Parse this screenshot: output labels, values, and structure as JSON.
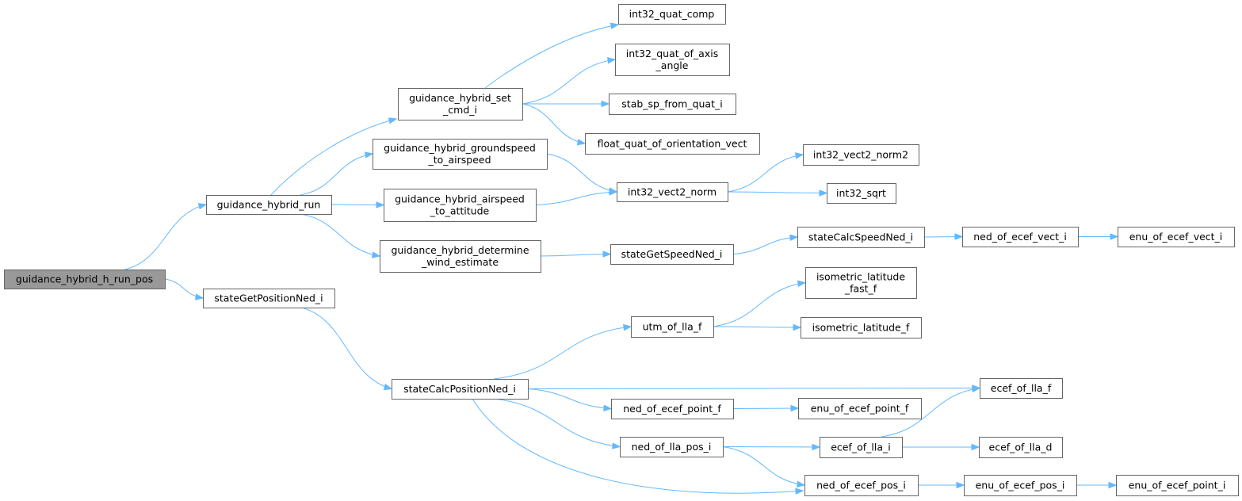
{
  "graph": {
    "type": "call-graph",
    "colors": {
      "edge": "#63b8ff",
      "node_border": "#666666",
      "root_fill": "#999999",
      "node_fill": "#ffffff"
    },
    "nodes": [
      {
        "id": "n0",
        "lines": [
          "guidance_hybrid_h_run_pos"
        ],
        "root": true
      },
      {
        "id": "n1",
        "lines": [
          "guidance_hybrid_run"
        ]
      },
      {
        "id": "n2",
        "lines": [
          "stateGetPositionNed_i"
        ]
      },
      {
        "id": "n3",
        "lines": [
          "guidance_hybrid_set",
          "_cmd_i"
        ]
      },
      {
        "id": "n4",
        "lines": [
          "guidance_hybrid_groundspeed",
          "_to_airspeed"
        ]
      },
      {
        "id": "n5",
        "lines": [
          "guidance_hybrid_airspeed",
          "_to_attitude"
        ]
      },
      {
        "id": "n6",
        "lines": [
          "guidance_hybrid_determine",
          "_wind_estimate"
        ]
      },
      {
        "id": "n7",
        "lines": [
          "int32_quat_comp"
        ]
      },
      {
        "id": "n8",
        "lines": [
          "int32_quat_of_axis",
          "_angle"
        ]
      },
      {
        "id": "n9",
        "lines": [
          "stab_sp_from_quat_i"
        ]
      },
      {
        "id": "n10",
        "lines": [
          "float_quat_of_orientation_vect"
        ]
      },
      {
        "id": "n11",
        "lines": [
          "int32_vect2_norm"
        ]
      },
      {
        "id": "n12",
        "lines": [
          "int32_vect2_norm2"
        ]
      },
      {
        "id": "n13",
        "lines": [
          "int32_sqrt"
        ]
      },
      {
        "id": "n14",
        "lines": [
          "stateGetSpeedNed_i"
        ]
      },
      {
        "id": "n15",
        "lines": [
          "stateCalcSpeedNed_i"
        ]
      },
      {
        "id": "n16",
        "lines": [
          "ned_of_ecef_vect_i"
        ]
      },
      {
        "id": "n17",
        "lines": [
          "enu_of_ecef_vect_i"
        ]
      },
      {
        "id": "n18",
        "lines": [
          "stateCalcPositionNed_i"
        ]
      },
      {
        "id": "n19",
        "lines": [
          "utm_of_lla_f"
        ]
      },
      {
        "id": "n20",
        "lines": [
          "isometric_latitude",
          "_fast_f"
        ]
      },
      {
        "id": "n21",
        "lines": [
          "isometric_latitude_f"
        ]
      },
      {
        "id": "n22",
        "lines": [
          "ecef_of_lla_f"
        ]
      },
      {
        "id": "n23",
        "lines": [
          "ned_of_ecef_point_f"
        ]
      },
      {
        "id": "n24",
        "lines": [
          "enu_of_ecef_point_f"
        ]
      },
      {
        "id": "n25",
        "lines": [
          "ned_of_lla_pos_i"
        ]
      },
      {
        "id": "n26",
        "lines": [
          "ecef_of_lla_i"
        ]
      },
      {
        "id": "n27",
        "lines": [
          "ecef_of_lla_d"
        ]
      },
      {
        "id": "n28",
        "lines": [
          "ned_of_ecef_pos_i"
        ]
      },
      {
        "id": "n29",
        "lines": [
          "enu_of_ecef_pos_i"
        ]
      },
      {
        "id": "n30",
        "lines": [
          "enu_of_ecef_point_i"
        ]
      }
    ],
    "edges": [
      [
        "n0",
        "n1"
      ],
      [
        "n0",
        "n2"
      ],
      [
        "n1",
        "n3"
      ],
      [
        "n1",
        "n4"
      ],
      [
        "n1",
        "n5"
      ],
      [
        "n1",
        "n6"
      ],
      [
        "n3",
        "n7"
      ],
      [
        "n3",
        "n8"
      ],
      [
        "n3",
        "n9"
      ],
      [
        "n3",
        "n10"
      ],
      [
        "n4",
        "n11"
      ],
      [
        "n5",
        "n11"
      ],
      [
        "n11",
        "n12"
      ],
      [
        "n11",
        "n13"
      ],
      [
        "n6",
        "n14"
      ],
      [
        "n14",
        "n15"
      ],
      [
        "n15",
        "n16"
      ],
      [
        "n16",
        "n17"
      ],
      [
        "n2",
        "n18"
      ],
      [
        "n18",
        "n19"
      ],
      [
        "n19",
        "n20"
      ],
      [
        "n19",
        "n21"
      ],
      [
        "n18",
        "n22"
      ],
      [
        "n18",
        "n23"
      ],
      [
        "n23",
        "n24"
      ],
      [
        "n18",
        "n25"
      ],
      [
        "n25",
        "n26"
      ],
      [
        "n26",
        "n22"
      ],
      [
        "n26",
        "n27"
      ],
      [
        "n25",
        "n28"
      ],
      [
        "n18",
        "n28"
      ],
      [
        "n28",
        "n29"
      ],
      [
        "n29",
        "n30"
      ]
    ]
  }
}
